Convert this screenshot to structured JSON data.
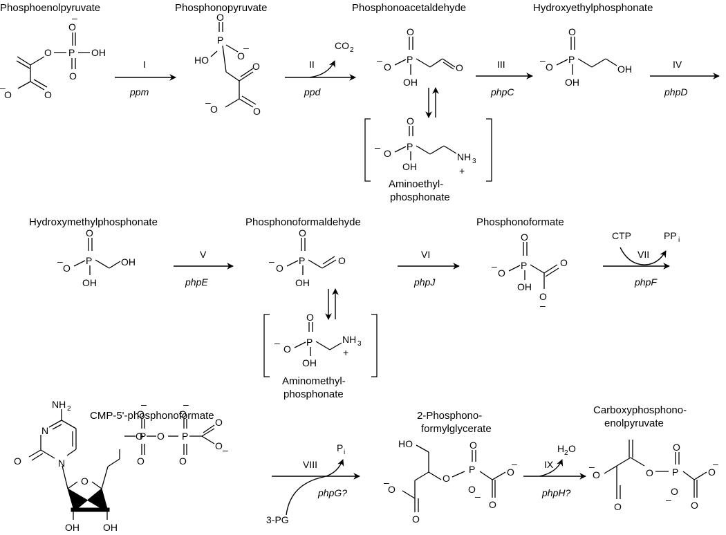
{
  "compounds": {
    "pep": "Phosphoenolpyruvate",
    "pnpy": "Phosphonopyruvate",
    "pnaa": "Phosphonoacetaldehyde",
    "hep": "Hydroxyethylphosphonate",
    "aep_1": "Aminoethyl-",
    "aep_2": "phosphonate",
    "hmp": "Hydroxymethylphosphonate",
    "pnfa": "Phosphonoformaldehyde",
    "pf": "Phosphonoformate",
    "amp_1": "Aminomethyl-",
    "amp_2": "phosphonate",
    "cmppf": "CMP-5'-phosphonoformate",
    "ppfg_1": "2-Phosphono-",
    "ppfg_2": "formylglycerate",
    "cppep_1": "Carboxyphosphono-",
    "cppep_2": "enolpyruvate"
  },
  "steps": {
    "s1": "I",
    "s2": "II",
    "s3": "III",
    "s4": "IV",
    "s5": "V",
    "s6": "VI",
    "s7": "VII",
    "s8": "VIII",
    "s9": "IX"
  },
  "genes": {
    "ppm": "ppm",
    "ppd": "ppd",
    "phpC": "phpC",
    "phpD": "phpD",
    "phpE": "phpE",
    "phpJ": "phpJ",
    "phpF": "phpF",
    "phpG": "phpG?",
    "phpH": "phpH?"
  },
  "cosubstrates": {
    "co2": "CO",
    "co2_sub": "2",
    "ctp": "CTP",
    "ppi": "PP",
    "ppi_sub": "i",
    "pi": "P",
    "pi_sub": "i",
    "pg3": "3-PG",
    "h2o_h": "H",
    "h2o_sub": "2",
    "h2o_o": "O"
  }
}
